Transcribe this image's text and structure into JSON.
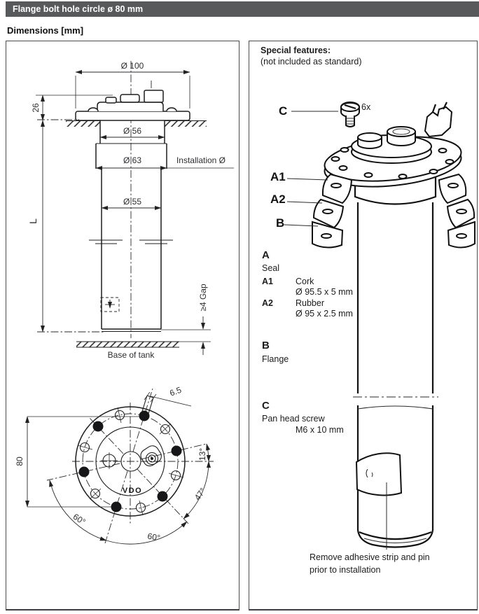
{
  "header": {
    "title": "Flange bolt hole circle ø 80 mm",
    "dimensions_heading": "Dimensions [mm]"
  },
  "dimensions_panel": {
    "side_view": {
      "dia_100": "Ø 100",
      "dim_26": "26",
      "dia_56": "Ø 56",
      "dia_63": "Ø 63",
      "installation_dia": "Installation Ø",
      "dia_55": "Ø 55",
      "length": "L",
      "gap": "≥4 Gap",
      "base_of_tank": "Base of tank"
    },
    "bottom_view": {
      "slot_width": "6.5",
      "bolt_circle": "80",
      "angle_13": "13°",
      "angle_47": "47°",
      "angle_60_left": "60°",
      "angle_60_bottom": "60°",
      "logo": "VDO"
    }
  },
  "features_panel": {
    "title": "Special features:",
    "subtitle": "(not included as standard)",
    "callouts": {
      "c": "C",
      "screw_count": "6x",
      "a1": "A1",
      "a2": "A2",
      "b": "B"
    },
    "legend": {
      "a_key": "A",
      "a_label": "Seal",
      "a1_key": "A1",
      "a1_material": "Cork",
      "a1_size": "Ø 95.5 x 5 mm",
      "a2_key": "A2",
      "a2_material": "Rubber",
      "a2_size": "Ø 95 x 2.5 mm",
      "b_key": "B",
      "b_label": "Flange",
      "c_key": "C",
      "c_label": "Pan head screw",
      "c_size": "M6 x 10 mm"
    },
    "note_line1": "Remove adhesive strip and pin",
    "note_line2": "prior to installation"
  }
}
